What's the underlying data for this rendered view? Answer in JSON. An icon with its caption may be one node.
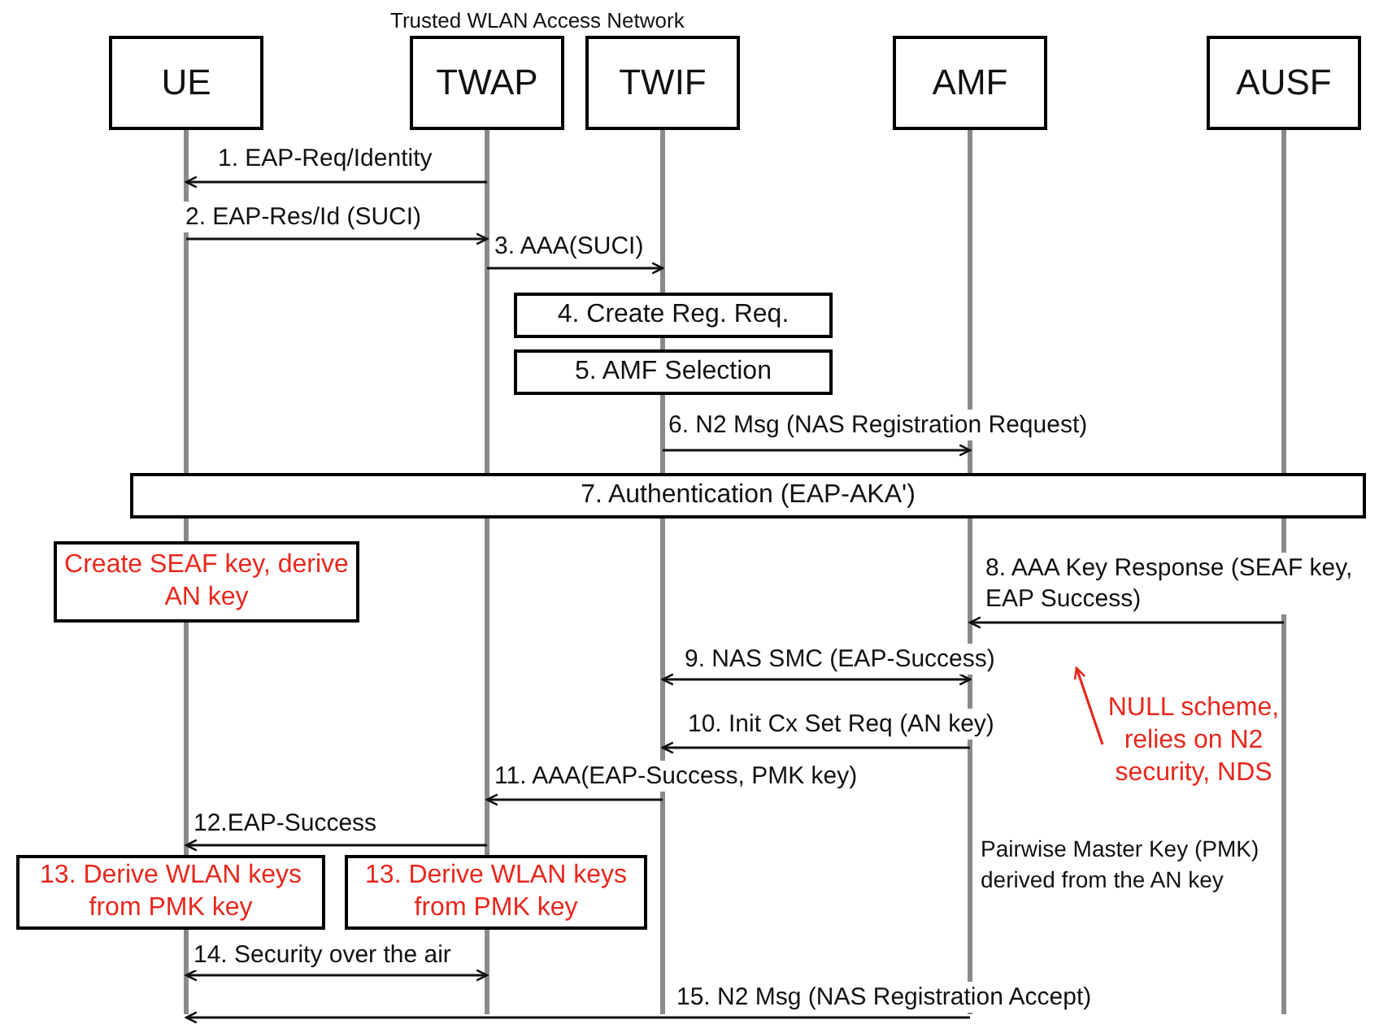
{
  "diagram": {
    "nodes": [
      {
        "text": [
          "UE"
        ]
      },
      {
        "text": [
          "TWAP"
        ]
      },
      {
        "text": [
          "TWIF"
        ]
      },
      {
        "text": [
          "AMF"
        ]
      },
      {
        "text": [
          "AUSF"
        ]
      },
      {
        "text": [
          "4. Create Reg. Req."
        ]
      },
      {
        "text": [
          "5. AMF Selection"
        ]
      },
      {
        "text": [
          "7. Authentication (EAP-AKA')"
        ]
      },
      {
        "text": [
          "Create SEAF key, derive AN key"
        ]
      },
      {
        "text": [
          "NULL scheme, relies on N2 security, NDS"
        ]
      },
      {
        "text": [
          "13. Derive WLAN keys from PMK key"
        ]
      },
      {
        "text": [
          "13. Derive WLAN keys from PMK key"
        ]
      }
    ],
    "edges": [
      {
        "from": 1,
        "to": 0,
        "arrow": "to",
        "label": "1. EAP-Req/Identity"
      },
      {
        "from": 0,
        "to": 1,
        "arrow": "to",
        "label": "2. EAP-Res/Id (SUCI)"
      },
      {
        "from": 1,
        "to": 2,
        "arrow": "to",
        "label": "3. AAA(SUCI)"
      },
      {
        "from": 2,
        "to": 3,
        "arrow": "to",
        "label": "6. N2 Msg (NAS Registration Request)"
      },
      {
        "from": 4,
        "to": 3,
        "arrow": "to",
        "label": "8. AAA Key Response (SEAF key, EAP Success)"
      },
      {
        "from": 2,
        "to": 3,
        "arrow": "both",
        "label": "9. NAS SMC (EAP-Success)"
      },
      {
        "from": 3,
        "to": 2,
        "arrow": "to",
        "label": "10. Init Cx Set Req (AN key)"
      },
      {
        "from": 2,
        "to": 1,
        "arrow": "to",
        "label": "11. AAA(EAP-Success, PMK key)"
      },
      {
        "from": 1,
        "to": 0,
        "arrow": "to",
        "label": "12.EAP-Success"
      },
      {
        "from": 0,
        "to": 1,
        "arrow": "both",
        "label": "14. Security over the air"
      },
      {
        "from": 3,
        "to": 0,
        "arrow": "to",
        "label": "15. N2 Msg (NAS Registration Accept)"
      },
      {
        "from": 9,
        "to": null,
        "arrow": "to",
        "color": "#e8281e"
      }
    ],
    "labels": [
      "Trusted WLAN Access Network",
      "Pairwise Master Key (PMK) derived from the AN key"
    ]
  }
}
